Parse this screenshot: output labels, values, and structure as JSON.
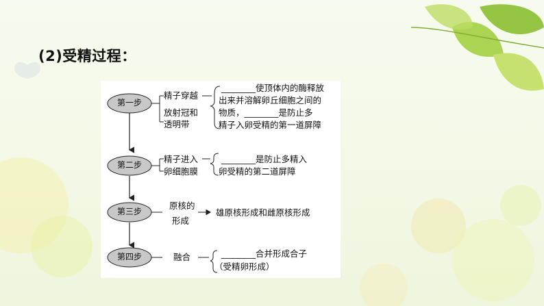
{
  "heading": "(2)受精过程：",
  "steps": [
    {
      "label": "第一步",
      "stage_lines": [
        "精子穿越",
        "放射冠和",
        "透明带"
      ],
      "detail_lines": [
        "________使顶体内的酶释放",
        "出来并溶解卵丘细胞之间的",
        "物质，________是防止多",
        "精子入卵受精的第一道屏障"
      ]
    },
    {
      "label": "第二步",
      "stage_lines": [
        "精子进入",
        "卵细胞膜"
      ],
      "detail_lines": [
        "________是防止多精入",
        "卵受精的第二道屏障"
      ]
    },
    {
      "label": "第三步",
      "stage_lines": [
        "原核的",
        "形成"
      ],
      "detail_lines": [
        "雄原核形成和雌原核形成"
      ]
    },
    {
      "label": "第四步",
      "stage_lines": [
        "融合"
      ],
      "detail_lines": [
        "________合并形成合子",
        "（受精卵形成）"
      ]
    }
  ],
  "colors": {
    "oval_fill": "#c8c8c8",
    "line": "#222222",
    "leaf_green": "#9ccc3a"
  }
}
